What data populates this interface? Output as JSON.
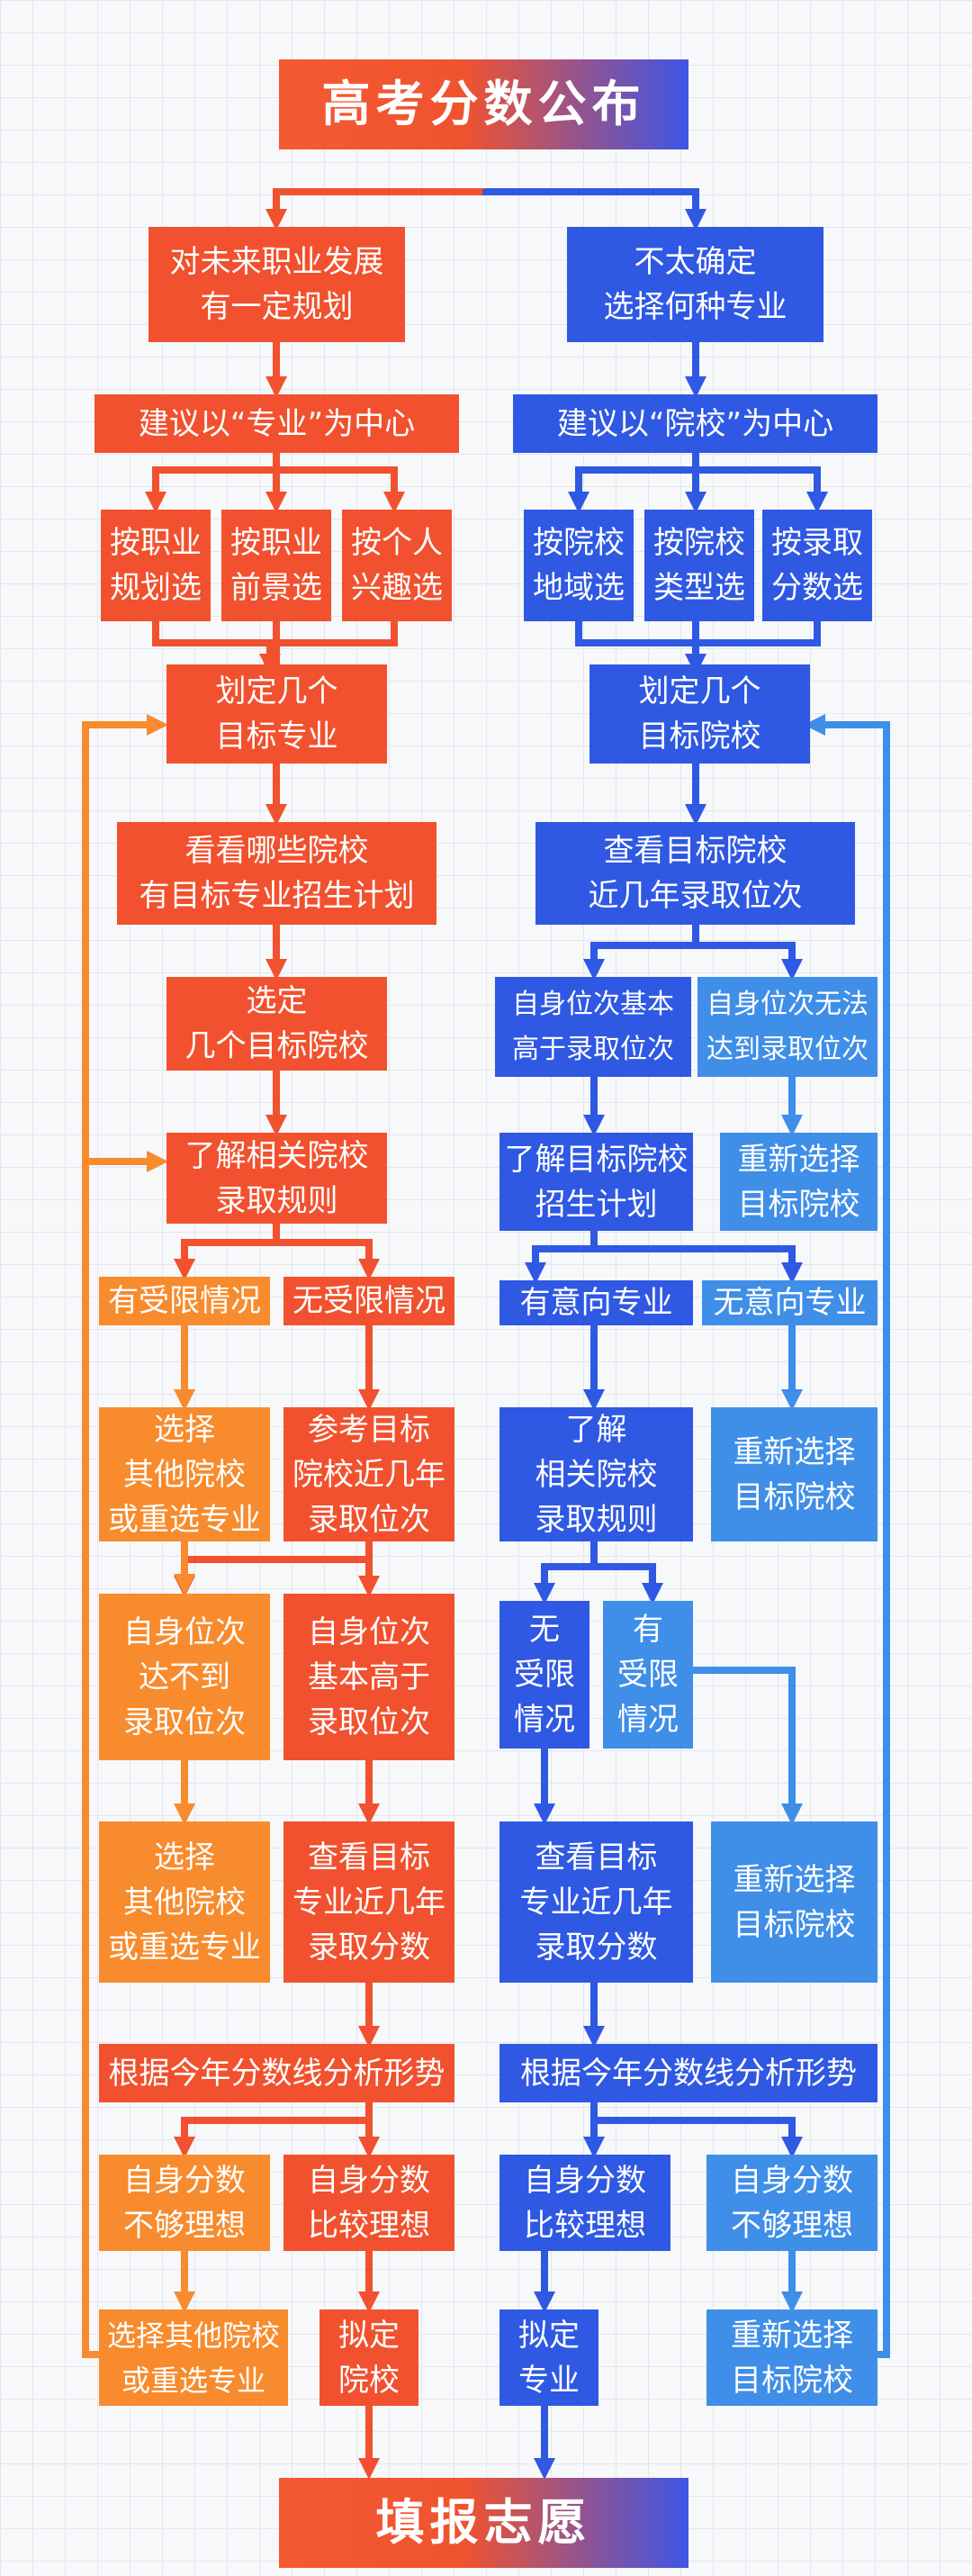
{
  "title": "高考分数公布",
  "final": "填报志愿",
  "left": {
    "plan": "对未来职业发展\n有一定规划",
    "center": "建议以“专业”为中心",
    "opt1": "按职业\n规划选",
    "opt2": "按职业\n前景选",
    "opt3": "按个人\n兴趣选",
    "target": "划定几个\n目标专业",
    "check_schools": "看看哪些院校\n有目标专业招生计划",
    "select_schools": "选定\n几个目标院校",
    "rules": "了解相关院校\n录取规则",
    "restricted": "有受限情况",
    "unrestricted": "无受限情况",
    "choose_other1": "选择\n其他院校\n或重选专业",
    "ref_rank": "参考目标\n院校近几年\n录取位次",
    "rank_low": "自身位次\n达不到\n录取位次",
    "rank_high": "自身位次\n基本高于\n录取位次",
    "choose_other2": "选择\n其他院校\n或重选专业",
    "check_scores": "查看目标\n专业近几年\n录取分数",
    "analyze": "根据今年分数线分析形势",
    "score_bad": "自身分数\n不够理想",
    "score_good": "自身分数\n比较理想",
    "choose_other3": "选择其他院校\n或重选专业",
    "decide": "拟定\n院校"
  },
  "right": {
    "plan": "不太确定\n选择何种专业",
    "center": "建议以“院校”为中心",
    "opt1": "按院校\n地域选",
    "opt2": "按院校\n类型选",
    "opt3": "按录取\n分数选",
    "target": "划定几个\n目标院校",
    "check_rank": "查看目标院校\n近几年录取位次",
    "rank_high": "自身位次基本\n高于录取位次",
    "rank_low": "自身位次无法\n达到录取位次",
    "plan_info": "了解目标院校\n招生计划",
    "reselect1": "重新选择\n目标院校",
    "has_major": "有意向专业",
    "no_major": "无意向专业",
    "rules": "了解\n相关院校\n录取规则",
    "reselect2": "重新选择\n目标院校",
    "unrestricted": "无\n受限\n情况",
    "restricted": "有\n受限\n情况",
    "check_scores": "查看目标\n专业近几年\n录取分数",
    "reselect3": "重新选择\n目标院校",
    "analyze": "根据今年分数线分析形势",
    "score_good": "自身分数\n比较理想",
    "score_bad": "自身分数\n不够理想",
    "decide": "拟定\n专业",
    "reselect4": "重新选择\n目标院校"
  },
  "colors": {
    "red": "#f1512e",
    "orange": "#f78b2d",
    "blue": "#2f58e3",
    "light_blue": "#3f8ee8"
  }
}
